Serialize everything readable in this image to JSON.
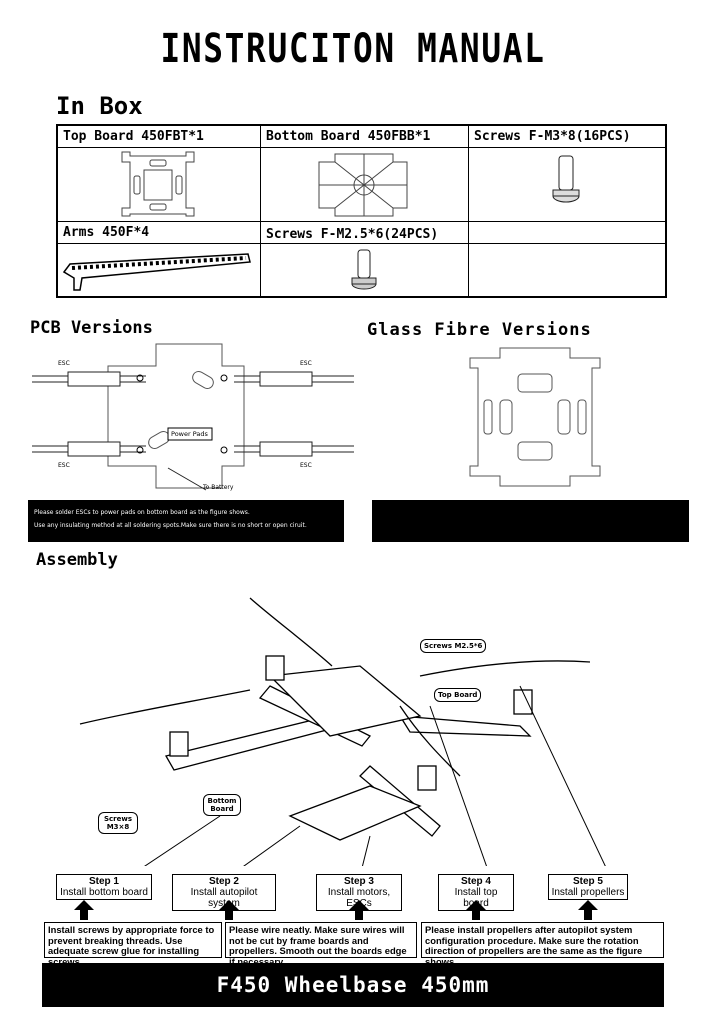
{
  "title": "INSTRUCITON MANUAL",
  "in_box": {
    "heading": "In Box",
    "items": {
      "top_board": "Top Board  450FBT*1",
      "bottom_board": "Bottom Board 450FBB*1",
      "screws_m3": "Screws F-M3*8(16PCS)",
      "arms": "Arms 450F*4",
      "screws_m25": "Screws F-M2.5*6(24PCS)"
    }
  },
  "pcb_versions": {
    "heading": "PCB Versions",
    "labels": {
      "esc_tl": "ESC",
      "esc_tr": "ESC",
      "esc_bl": "ESC",
      "esc_br": "ESC",
      "power_pads": "Power Pads",
      "to_battery": "To Battery"
    },
    "note_line1": "Please solder ESCs to power pads on bottom board as the figure shows.",
    "note_line2": "Use any insulating method at all soldering spots.Make sure there is no short or open ciruit."
  },
  "glass_fibre_versions": {
    "heading": "Glass Fibre Versions"
  },
  "assembly": {
    "heading": "Assembly",
    "callouts": {
      "screws_m25": "Screws M2.5*6",
      "top_board": "Top Board",
      "bottom_board": "Bottom Board",
      "screws_m3": "Screws M3×8"
    },
    "steps": [
      {
        "num": "Step 1",
        "text": "Install bottom board"
      },
      {
        "num": "Step 2",
        "text": "Install autopilot system"
      },
      {
        "num": "Step 3",
        "text": "Install motors, ESCs"
      },
      {
        "num": "Step 4",
        "text": "Install top board"
      },
      {
        "num": "Step 5",
        "text": "Install propellers"
      }
    ],
    "tips": {
      "screws": "Install screws by appropriate force to prevent breaking threads. Use adequate screw glue for installing screws.",
      "wires": "Please wire neatly. Make sure wires will not be cut by frame boards and propellers. Smooth out the boards edge if necessary",
      "propellers": "Please install propellers after autopilot system configuration procedure. Make sure the rotation direction of propellers are the same as the figure shows"
    }
  },
  "footer": "F450  Wheelbase 450mm"
}
